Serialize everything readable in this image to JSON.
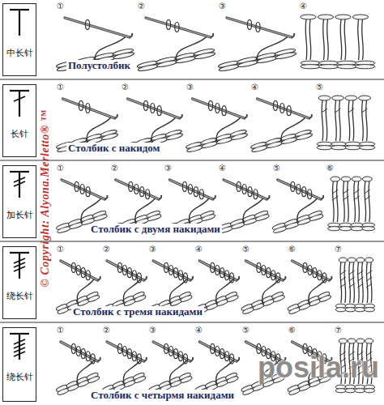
{
  "diagram": {
    "nodes": [
      {
        "text": [
          "中长针"
        ]
      },
      {
        "text": [
          "长针"
        ]
      },
      {
        "text": [
          "加长针"
        ]
      },
      {
        "text": [
          "绕长针"
        ]
      },
      {
        "text": [
          "绕长针"
        ]
      }
    ],
    "labels": [
      "①",
      "②",
      "③",
      "④",
      "Полустолбик",
      "①",
      "②",
      "③",
      "④",
      "⑤",
      "Столбик с накидом",
      "①",
      "②",
      "③",
      "④",
      "⑤",
      "⑥",
      "Столбик с двумя накидами",
      "①",
      "②",
      "③",
      "④",
      "⑤",
      "⑥",
      "⑦",
      "Столбик с тремя накидами",
      "①",
      "②",
      "③",
      "④",
      "⑤",
      "⑥",
      "⑦",
      "Столбик с четырмя накидами",
      "© Copyright: Alyona.Merletto® ™",
      "posila.ru"
    ]
  }
}
